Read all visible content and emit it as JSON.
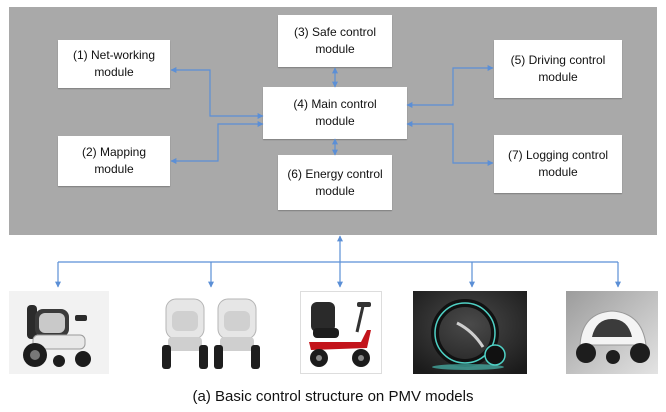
{
  "diagram": {
    "modules": {
      "networking": "(1) Net-working\nmodule",
      "mapping": "(2) Mapping\nmodule",
      "safe": "(3) Safe control\nmodule",
      "main": "(4) Main control\nmodule",
      "driving": "(5) Driving control\nmodule",
      "energy": "(6) Energy control\nmodule",
      "logging": "(7) Logging control\nmodule"
    },
    "colors": {
      "panel": "#a9a9a9",
      "arrow": "#5b8fd6",
      "box": "#ffffff"
    }
  },
  "pmv_models": [
    {
      "icon": "white-electric-wheelchair"
    },
    {
      "icon": "twin-white-wheelchairs"
    },
    {
      "icon": "red-mobility-scooter"
    },
    {
      "icon": "round-concept-pmv"
    },
    {
      "icon": "white-three-wheel-pod"
    }
  ],
  "caption": "(a)  Basic control structure on PMV models"
}
